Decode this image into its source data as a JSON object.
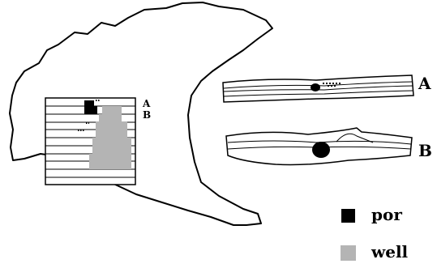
{
  "labels": {
    "section_a_small": "A",
    "section_b_small": "B",
    "strip_a": "A",
    "strip_b": "B"
  },
  "legend": {
    "items": [
      {
        "label": "por",
        "color": "#000000"
      },
      {
        "label": "well",
        "color": "#b4b4b4"
      }
    ]
  },
  "colors": {
    "outline": "#000000",
    "background": "#ffffff",
    "dark_region": "#000000",
    "light_region": "#b4b4b4"
  }
}
